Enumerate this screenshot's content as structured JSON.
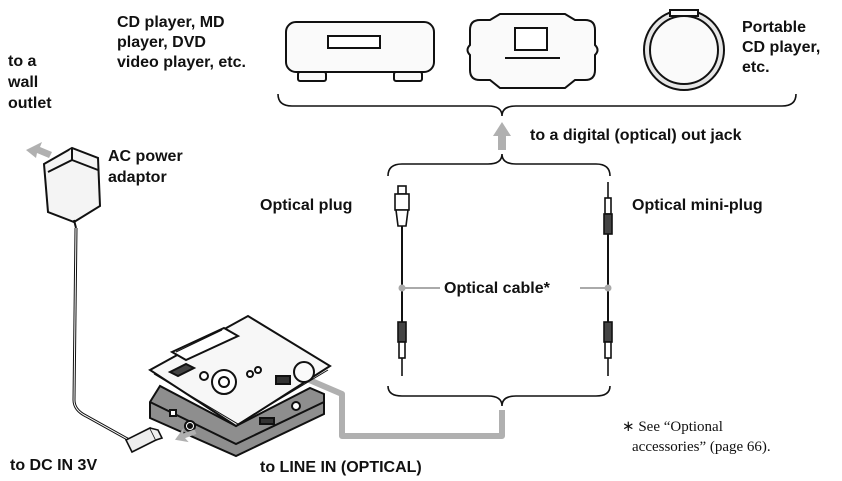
{
  "labels": {
    "cd_player_line1": "CD player, MD",
    "cd_player_line2": "player, DVD",
    "cd_player_line3": "video player, etc.",
    "portable_line1": "Portable",
    "portable_line2": "CD player,",
    "portable_line3": "etc.",
    "wall_line1": "to a",
    "wall_line2": "wall",
    "wall_line3": "outlet",
    "adaptor_line1": "AC power",
    "adaptor_line2": "adaptor",
    "digital_out": "to a digital (optical) out jack",
    "optical_plug": "Optical plug",
    "optical_mini_plug": "Optical mini-plug",
    "optical_cable": "Optical cable*",
    "dc_in": "to DC IN 3V",
    "line_in": "to LINE IN (OPTICAL)"
  },
  "footnote": {
    "line1": "∗ See “Optional",
    "line2": "accessories” (page 66)."
  },
  "colors": {
    "line": "#111111",
    "arrow_fill": "#b0b0b0",
    "device_body": "#f7f7f7",
    "device_dark": "#8a8a8a"
  }
}
